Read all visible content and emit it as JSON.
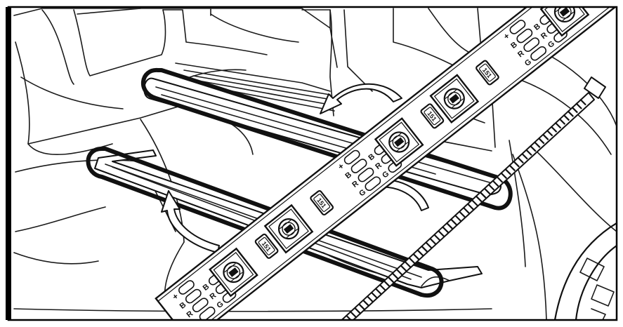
{
  "strip": {
    "resistor_code": "151",
    "pad_labels": [
      "+",
      "B",
      "R",
      "G"
    ]
  },
  "colors": {
    "line": "#111111",
    "background": "#ffffff",
    "border": "#000000"
  },
  "icons": [
    "curved-arrow-icon",
    "cable-tie-icon",
    "led-chip-icon",
    "resistor-icon"
  ]
}
